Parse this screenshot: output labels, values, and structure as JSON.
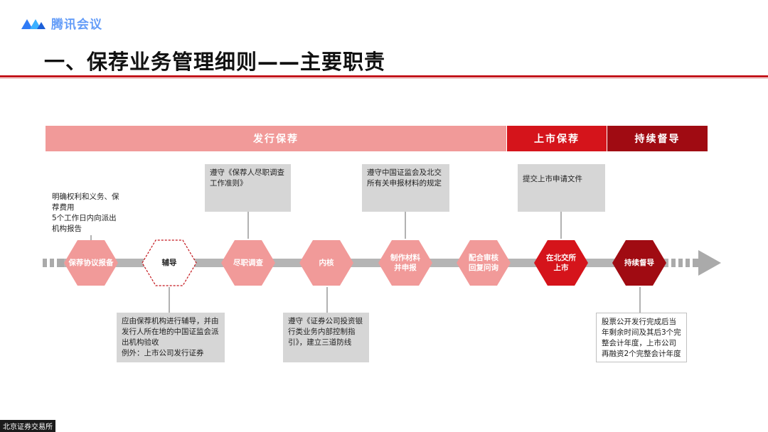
{
  "header": {
    "logo_text": "腾讯会议",
    "title": "一、保荐业务管理细则——主要职责"
  },
  "phases": [
    {
      "label": "发行保荐"
    },
    {
      "label": "上市保荐"
    },
    {
      "label": "持续督导"
    }
  ],
  "steps": [
    {
      "label": "保荐协议报备"
    },
    {
      "label": "辅导"
    },
    {
      "label": "尽职调查"
    },
    {
      "label": "内核"
    },
    {
      "label": "制作材料并申报"
    },
    {
      "label": "配合审核回复问询"
    },
    {
      "label": "在北交所上市"
    },
    {
      "label": "持续督导"
    }
  ],
  "notes": {
    "agreement": "明确权利和义务、保荐费用\n5个工作日内向派出机构报告",
    "tutoring": "应由保荐机构进行辅导，并由发行人所在地的中国证监会派出机构验收\n例外：上市公司发行证券",
    "due_diligence": "遵守《保荐人尽职调查工作准则》",
    "internal_review": "遵守《证券公司投资银行类业务内部控制指引》，建立三道防线",
    "filing": "遵守中国证监会及北交所有关申报材料的规定",
    "listing": "提交上市申请文件",
    "supervision": "股票公开发行完成后当年剩余时间及其后3个完整会计年度，上市公司再融资2个完整会计年度"
  },
  "footer": {
    "text": "北京证券交易所"
  },
  "colors": {
    "accent": "#c3161c",
    "light": "#f19a99",
    "mid": "#d5141b",
    "dark": "#a00b12"
  }
}
